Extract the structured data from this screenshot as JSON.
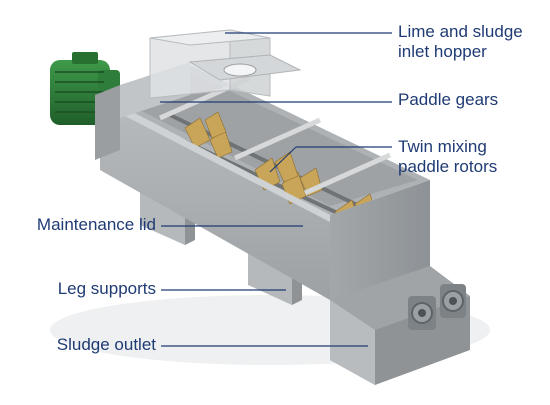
{
  "labels": {
    "hopper_line1": "Lime and sludge",
    "hopper_line2": "inlet hopper",
    "paddle_gears": "Paddle gears",
    "rotors_line1": "Twin mixing",
    "rotors_line2": "paddle rotors",
    "maintenance_lid": "Maintenance lid",
    "leg_supports": "Leg supports",
    "sludge_outlet": "Sludge outlet"
  },
  "colors": {
    "label_text": "#1f3b73",
    "leader_line": "#1f3b73",
    "steel_light": "#c8cbcd",
    "steel_mid": "#a9adb0",
    "steel_dark": "#8a8f93",
    "motor_green": "#2e7d3a",
    "paddle_gold": "#c9a55a"
  }
}
